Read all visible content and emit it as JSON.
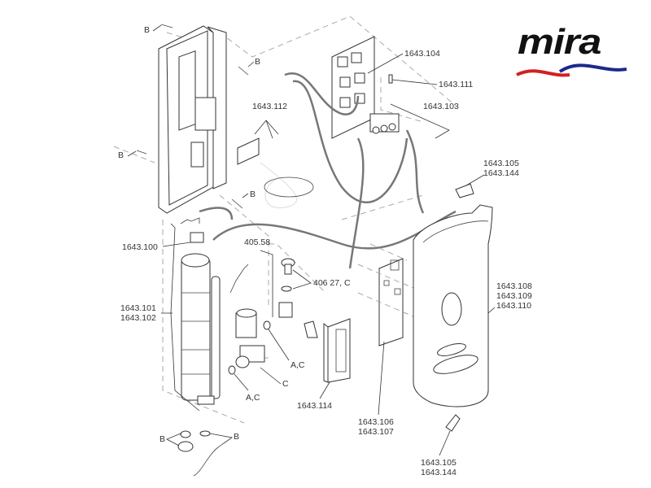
{
  "brand": {
    "name": "mira",
    "wave_colors": [
      "#d42020",
      "#1a2a8c"
    ]
  },
  "labels": {
    "b_top_left": "B",
    "b_top_right": "B",
    "b_mid_left": "B",
    "b_lower": "B",
    "pcb_harness": "1643.112",
    "main_pcb": "1643.104",
    "fuse": "1643.111",
    "terminal_block": "1643.103",
    "cover_cap_top": [
      "1643.105",
      "1643.144"
    ],
    "thermal_cutout": "1643.100",
    "filter_assembly": "405.58",
    "inlet_filter_seal": "406 27, C",
    "heater_tank": [
      "1643.101",
      "1643.102"
    ],
    "front_cover": [
      "1643.108",
      "1643.109",
      "1643.110"
    ],
    "seal_ac_upper": "A,C",
    "solenoid_valve": "C",
    "seal_ac_lower": "A,C",
    "outlet_cover": "1643.114",
    "control_pcb": [
      "1643.106",
      "1643.107"
    ],
    "cover_cap_bottom": [
      "1643.105",
      "1643.144"
    ],
    "b_seals_left": "B",
    "b_seals_right": "B"
  }
}
